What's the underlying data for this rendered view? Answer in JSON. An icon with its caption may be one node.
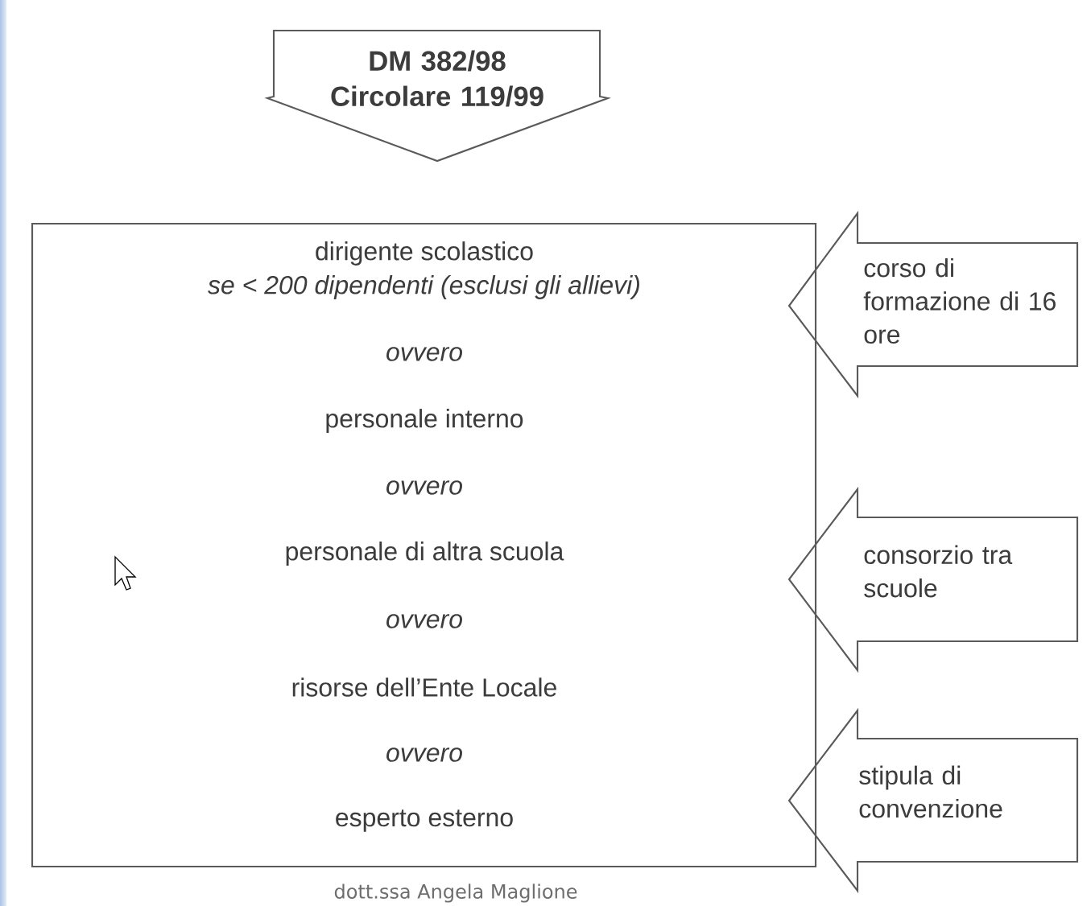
{
  "diagram": {
    "nodes": [
      {
        "text": [
          "DM 382/98 Circolare 119/99"
        ]
      },
      {
        "text": [
          "dirigente scolastico",
          "se < 200 dipendenti (esclusi gli allievi)",
          "ovvero",
          "personale interno",
          "ovvero",
          "personale di altra scuola",
          "ovvero",
          "risorse dell’Ente Locale",
          "ovvero",
          "esperto esterno"
        ]
      },
      {
        "text": [
          "corso di formazione di 16 ore"
        ]
      },
      {
        "text": [
          "consorzio tra scuole"
        ]
      },
      {
        "text": [
          "stipula di convenzione"
        ]
      }
    ],
    "labels": [
      "dott.ssa Angela Maglione"
    ]
  }
}
